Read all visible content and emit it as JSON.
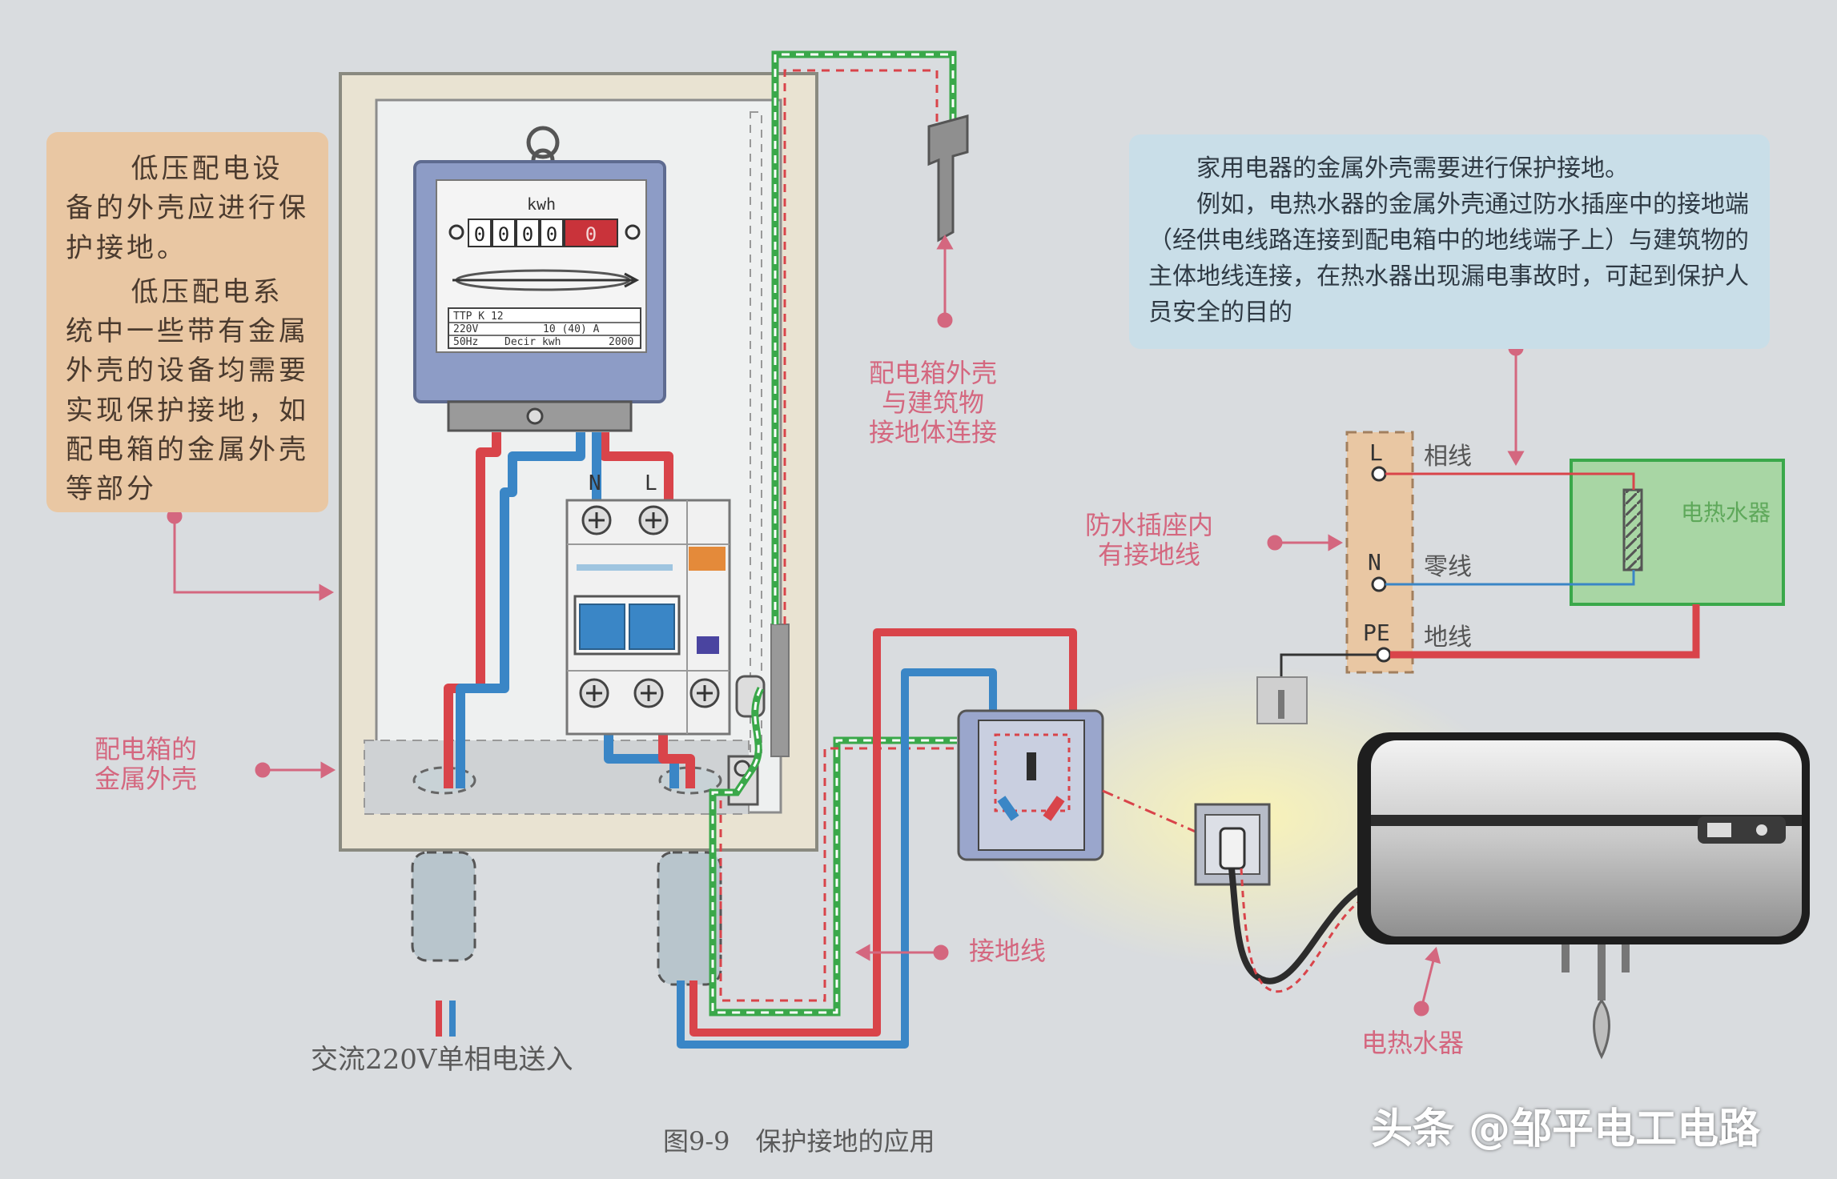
{
  "callouts": {
    "left_p1": "低压配电设备的外壳应进行保护接地。",
    "left_p2": "低压配电系统中一些带有金属外壳的设备均需要实现保护接地，如配电箱的金属外壳等部分",
    "right_p1": "家用电器的金属外壳需要进行保护接地。",
    "right_p2": "例如，电热水器的金属外壳通过防水插座中的接地端（经供电线路连接到配电箱中的地线端子上）与建筑物的主体地线连接，在热水器出现漏电事故时，可起到保护人员安全的目的"
  },
  "labels": {
    "box_shell_1": "配电箱的",
    "box_shell_2": "金属外壳",
    "shell_building_1": "配电箱外壳",
    "shell_building_2": "与建筑物",
    "shell_building_3": "接地体连接",
    "socket_ground_1": "防水插座内",
    "socket_ground_2": "有接地线",
    "ground_wire": "接地线",
    "heater": "电热水器",
    "input": "交流220V单相电送入",
    "caption": "图9-9　保护接地的应用",
    "watermark": "头条 @邹平电工电路"
  },
  "meter": {
    "unit": "kwh",
    "digits": [
      "0",
      "0",
      "0",
      "0",
      "0"
    ],
    "plate_row1": "TTP K 12",
    "plate_v": "220V",
    "plate_a": "10 (40) A",
    "plate_hz": "50Hz",
    "plate_desc": "Decir kwh",
    "plate_rev": "2000"
  },
  "breaker": {
    "n_label": "N",
    "l_label": "L"
  },
  "terminals": {
    "l": "L",
    "n": "N",
    "pe": "PE",
    "l_name": "相线",
    "n_name": "零线",
    "pe_name": "地线",
    "heater_box": "电热水器"
  },
  "colors": {
    "live": "#d9444a",
    "neutral": "#3a86c6",
    "earth_green": "#3aa84a",
    "earth_red": "#d9444a",
    "label_pink": "#d4677f",
    "left_note_bg": "#e9c7a3",
    "right_note_bg": "#c9dee8"
  }
}
